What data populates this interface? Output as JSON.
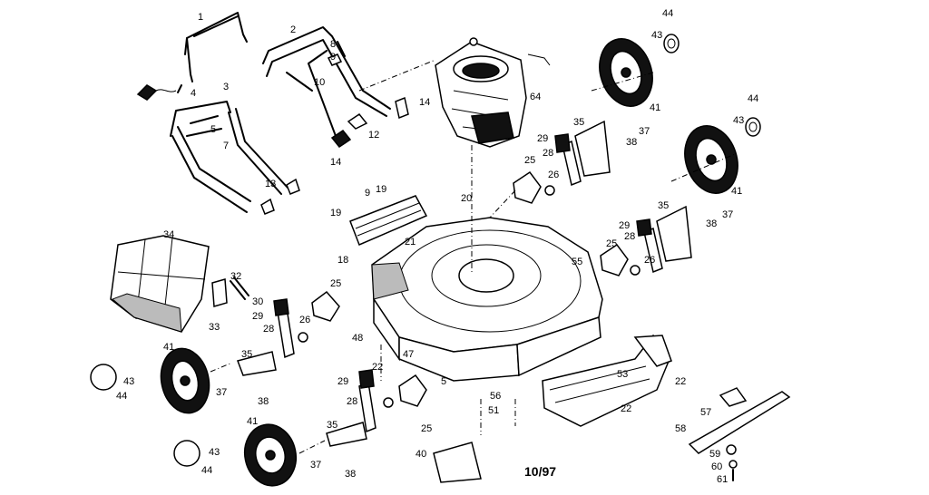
{
  "diagram": {
    "date_code": "10/97",
    "callouts": [
      "1",
      "2",
      "3",
      "4",
      "5",
      "7",
      "8",
      "9",
      "10",
      "12",
      "14",
      "14",
      "13",
      "9",
      "19",
      "19",
      "18",
      "20",
      "21",
      "25",
      "25",
      "25",
      "25",
      "26",
      "26",
      "26",
      "28",
      "28",
      "28",
      "28",
      "29",
      "29",
      "29",
      "29",
      "30",
      "32",
      "33",
      "34",
      "35",
      "35",
      "35",
      "35",
      "37",
      "37",
      "37",
      "37",
      "38",
      "38",
      "38",
      "38",
      "40",
      "41",
      "41",
      "41",
      "41",
      "43",
      "43",
      "43",
      "43",
      "44",
      "44",
      "44",
      "44",
      "47",
      "48",
      "5",
      "22",
      "22",
      "22",
      "51",
      "53",
      "55",
      "56",
      "57",
      "58",
      "59",
      "60",
      "61",
      "64"
    ]
  }
}
